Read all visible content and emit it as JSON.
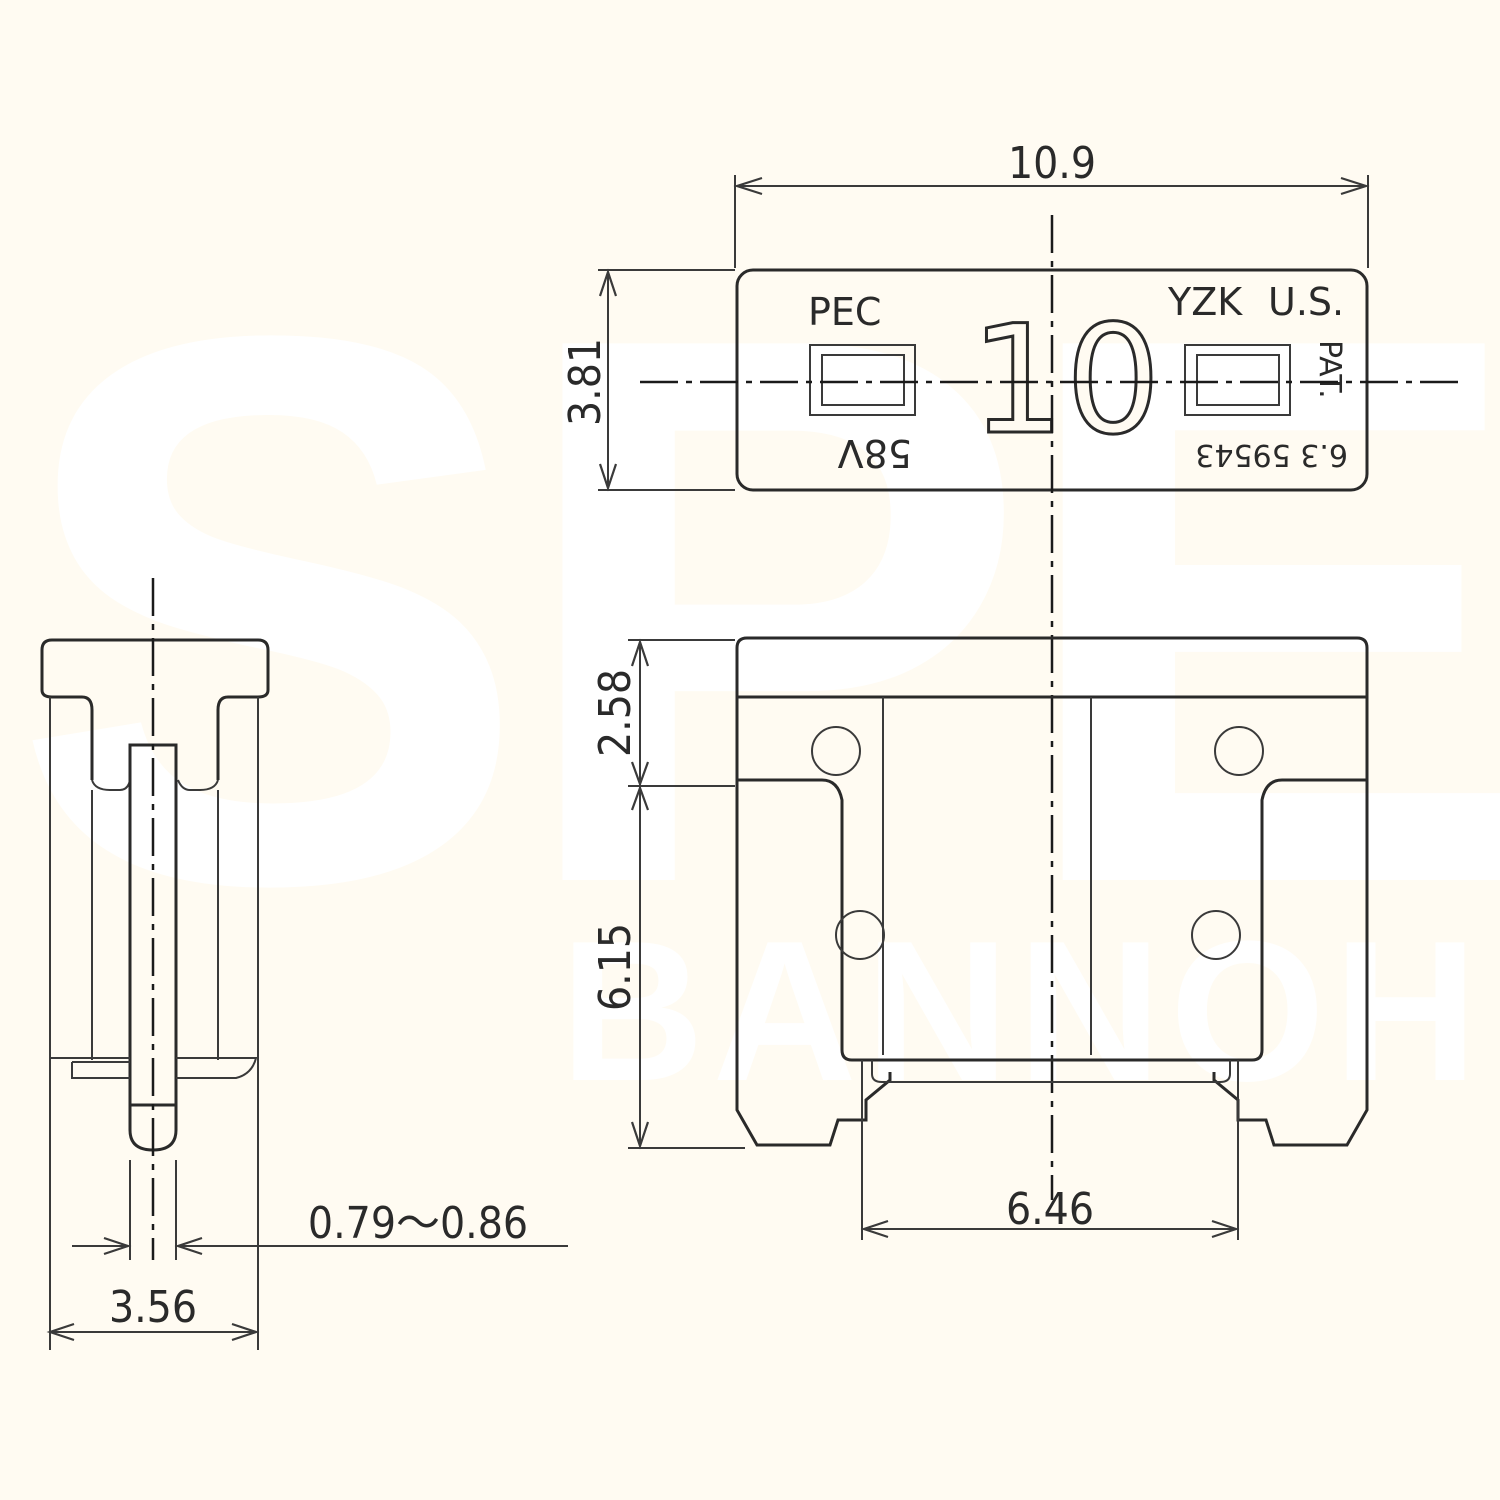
{
  "drawing": {
    "subject": "Mini blade fuse (low profile) dimensional drawing",
    "background_color": "#FFFBF2",
    "line_color": "#2a2a2a"
  },
  "watermark": {
    "large_text": "SPE",
    "small_text": "BANNOH",
    "color": "#FFFFFF"
  },
  "top_view": {
    "markings": {
      "maker_left": "PEC",
      "maker_right": "YZK",
      "us": "U.S.",
      "pat": "PAT.",
      "patent_no": "6.3 59543",
      "voltage": "58V",
      "rating": "10"
    },
    "dimensions": {
      "width": "10.9",
      "height": "3.81"
    }
  },
  "front_view": {
    "dimensions": {
      "head_height": "2.58",
      "blade_height": "6.15",
      "blade_span": "6.46"
    }
  },
  "side_view": {
    "dimensions": {
      "blade_thickness": "0.79～0.86",
      "body_thickness": "3.56"
    }
  }
}
